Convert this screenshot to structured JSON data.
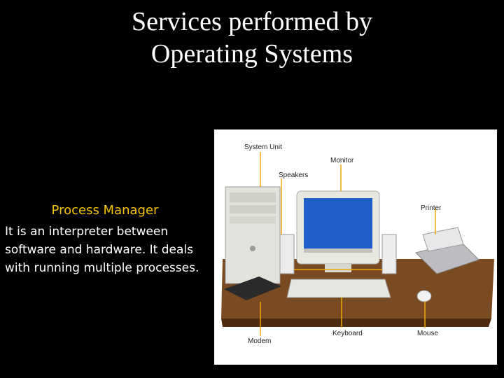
{
  "title": {
    "line1": "Services performed by",
    "line2": "Operating Systems"
  },
  "process_manager": {
    "heading": "Process Manager",
    "description": "It is an interpreter between software and hardware. It deals with running multiple processes."
  },
  "diagram_labels": {
    "system_unit": "System Unit",
    "monitor": "Monitor",
    "speakers": "Speakers",
    "printer": "Printer",
    "modem": "Modem",
    "keyboard": "Keyboard",
    "mouse": "Mouse"
  },
  "colors": {
    "background": "#000000",
    "heading": "#f2c200",
    "text": "#ffffff",
    "arrow": "#f0a800"
  }
}
